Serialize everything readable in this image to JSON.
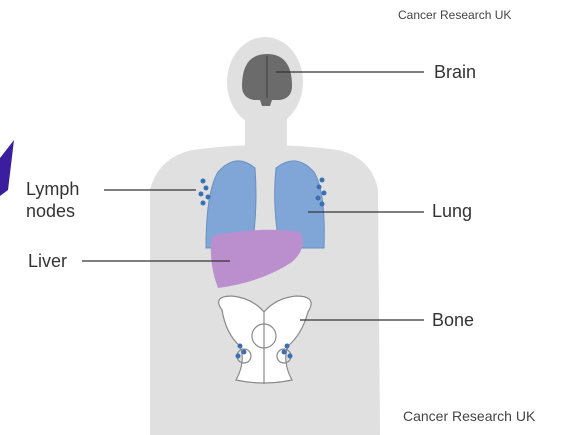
{
  "credits": {
    "top": "Cancer Research UK",
    "bottom": "Cancer Research UK"
  },
  "labels": {
    "brain": "Brain",
    "lymph_nodes": "Lymph nodes",
    "lung": "Lung",
    "liver": "Liver",
    "bone": "Bone"
  },
  "colors": {
    "body": "#e0e0e0",
    "brain": "#6b6b6b",
    "lung": "#7fa6d6",
    "liver": "#bb8fce",
    "lymph_node": "#3a6fb5",
    "bone": "#ffffff",
    "leader_line": "#333333",
    "accent_mark": "#3b1e9e"
  },
  "icons": [
    "body-silhouette",
    "brain-icon",
    "lung-icon",
    "liver-icon",
    "pelvis-bone-icon",
    "lymph-node-icon"
  ]
}
